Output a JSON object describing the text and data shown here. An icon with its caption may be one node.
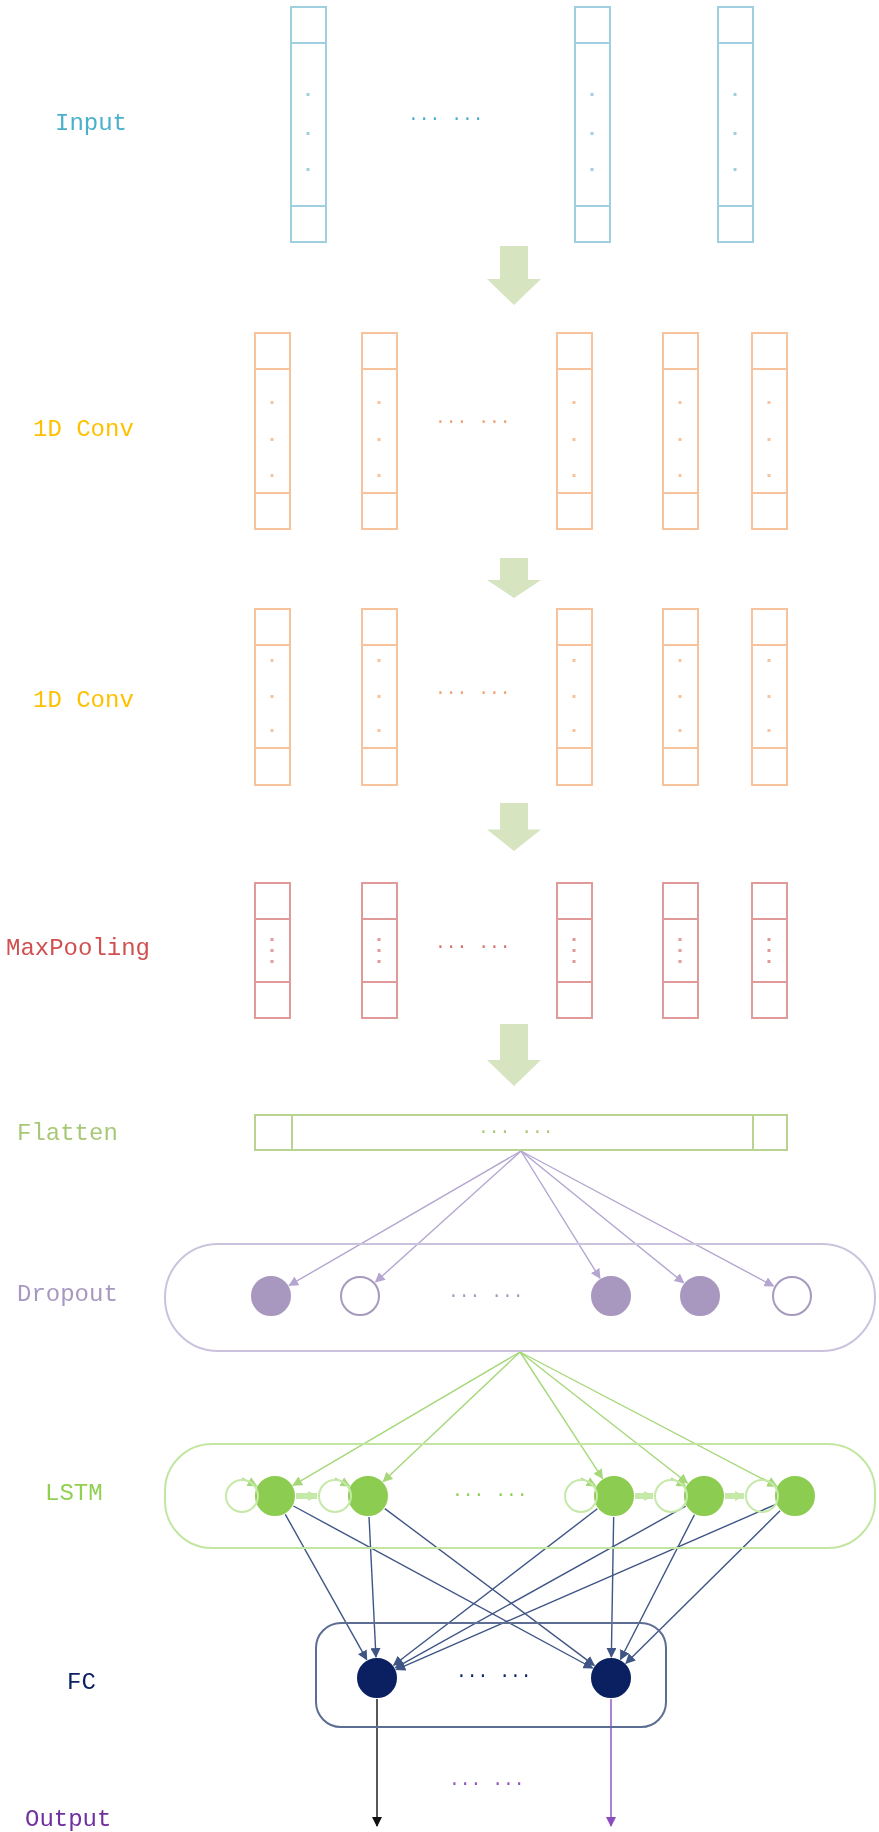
{
  "diagram": {
    "nodes": [
      {
        "text": [],
        "shape": "bar"
      },
      {
        "text": [],
        "shape": "bar"
      },
      {
        "text": [],
        "shape": "bar"
      },
      {
        "text": [],
        "shape": "bar"
      },
      {
        "text": [],
        "shape": "bar"
      },
      {
        "text": [],
        "shape": "bar"
      },
      {
        "text": [],
        "shape": "bar"
      },
      {
        "text": [],
        "shape": "bar"
      },
      {
        "text": [],
        "shape": "bar"
      },
      {
        "text": [],
        "shape": "bar"
      },
      {
        "text": [],
        "shape": "bar"
      },
      {
        "text": [],
        "shape": "bar"
      },
      {
        "text": [],
        "shape": "bar"
      },
      {
        "text": [],
        "shape": "bar"
      },
      {
        "text": [],
        "shape": "bar"
      },
      {
        "text": [],
        "shape": "bar"
      },
      {
        "text": [],
        "shape": "bar"
      },
      {
        "text": [],
        "shape": "bar"
      },
      {
        "text": [
          "··· ···"
        ]
      },
      {
        "text": [
          "··· ···"
        ]
      },
      {
        "text": [],
        "shape": "circle",
        "in": 19
      },
      {
        "text": [],
        "shape": "ring",
        "in": 19
      },
      {
        "text": [],
        "shape": "circle",
        "in": 19
      },
      {
        "text": [],
        "shape": "circle",
        "in": 19
      },
      {
        "text": [],
        "shape": "ring",
        "in": 19
      },
      {
        "text": [
          "··· ···"
        ]
      },
      {
        "text": [],
        "shape": "circle",
        "in": 25
      },
      {
        "text": [],
        "shape": "circle",
        "in": 25
      },
      {
        "text": [],
        "shape": "circle",
        "in": 25
      },
      {
        "text": [],
        "shape": "circle",
        "in": 25
      },
      {
        "text": [],
        "shape": "circle",
        "in": 25
      },
      {
        "text": [
          "··· ···"
        ]
      },
      {
        "text": [],
        "shape": "circle",
        "in": 31
      },
      {
        "text": [],
        "shape": "circle",
        "in": 31
      },
      {
        "text": [],
        "shape": "ring",
        "in": 25
      },
      {
        "text": [],
        "shape": "ring",
        "in": 25
      },
      {
        "text": [],
        "shape": "ring",
        "in": 25
      },
      {
        "text": [],
        "shape": "ring",
        "in": 25
      },
      {
        "text": [],
        "shape": "ring",
        "in": 25
      }
    ],
    "edges": [
      {
        "from": 18,
        "to": 20,
        "arrow": "to",
        "color": "#b4a6d0"
      },
      {
        "from": 18,
        "to": 21,
        "arrow": "to",
        "color": "#b4a6d0"
      },
      {
        "from": 18,
        "to": 22,
        "arrow": "to",
        "color": "#b4a6d0"
      },
      {
        "from": 18,
        "to": 23,
        "arrow": "to",
        "color": "#b4a6d0"
      },
      {
        "from": 18,
        "to": 24,
        "arrow": "to",
        "color": "#b4a6d0"
      },
      {
        "from": 19,
        "to": 26,
        "arrow": "to",
        "color": "#a6d87a"
      },
      {
        "from": 19,
        "to": 27,
        "arrow": "to",
        "color": "#a6d87a"
      },
      {
        "from": 19,
        "to": 28,
        "arrow": "to",
        "color": "#a6d87a"
      },
      {
        "from": 19,
        "to": 29,
        "arrow": "to",
        "color": "#a6d87a"
      },
      {
        "from": 19,
        "to": 30,
        "arrow": "to",
        "color": "#a6d87a"
      },
      {
        "from": 26,
        "to": 35,
        "arrow": "to",
        "style": "thick",
        "color": "#c6e8a8"
      },
      {
        "from": 28,
        "to": 37,
        "arrow": "to",
        "style": "thick",
        "color": "#c6e8a8"
      },
      {
        "from": 29,
        "to": 38,
        "arrow": "to",
        "style": "thick",
        "color": "#c6e8a8"
      },
      {
        "from": 26,
        "to": 32,
        "arrow": "to",
        "color": "#3e5585"
      },
      {
        "from": 26,
        "to": 33,
        "arrow": "to",
        "color": "#3e5585"
      },
      {
        "from": 27,
        "to": 32,
        "arrow": "to",
        "color": "#3e5585"
      },
      {
        "from": 27,
        "to": 33,
        "arrow": "to",
        "color": "#3e5585"
      },
      {
        "from": 28,
        "to": 32,
        "arrow": "to",
        "color": "#3e5585"
      },
      {
        "from": 28,
        "to": 33,
        "arrow": "to",
        "color": "#3e5585"
      },
      {
        "from": 29,
        "to": 32,
        "arrow": "to",
        "color": "#3e5585"
      },
      {
        "from": 29,
        "to": 33,
        "arrow": "to",
        "color": "#3e5585"
      },
      {
        "from": 30,
        "to": 32,
        "arrow": "to",
        "color": "#3e5585"
      },
      {
        "from": 30,
        "to": 33,
        "arrow": "to",
        "color": "#3e5585"
      },
      {
        "from": 32,
        "to": null,
        "arrow": "to",
        "color": "#111111"
      },
      {
        "from": 33,
        "to": null,
        "arrow": "to",
        "color": "#8a4cc0"
      },
      {
        "from": 34,
        "to": 26,
        "arrow": "to",
        "color": "#a6d87a"
      },
      {
        "from": 35,
        "to": 27,
        "arrow": "to",
        "color": "#a6d87a"
      },
      {
        "from": 36,
        "to": 28,
        "arrow": "to",
        "color": "#a6d87a"
      },
      {
        "from": 37,
        "to": 29,
        "arrow": "to",
        "color": "#a6d87a"
      },
      {
        "from": 38,
        "to": 30,
        "arrow": "to",
        "color": "#a6d87a"
      },
      {
        "from": 1,
        "to": 5,
        "arrow": "to",
        "style": "thick",
        "color": "#d6e4c0"
      },
      {
        "from": 5,
        "to": 10,
        "arrow": "to",
        "style": "thick",
        "color": "#d6e4c0"
      },
      {
        "from": 10,
        "to": 15,
        "arrow": "to",
        "style": "thick",
        "color": "#d6e4c0"
      },
      {
        "from": 15,
        "to": 18,
        "arrow": "to",
        "style": "thick",
        "color": "#d6e4c0"
      }
    ],
    "labels": [
      "Input",
      "··· ···",
      "1D Conv",
      "··· ···",
      "1D Conv",
      "··· ···",
      "MaxPooling",
      "··· ···",
      "Flatten",
      "Dropout",
      "LSTM",
      "FC",
      "··· ···",
      "Output"
    ]
  }
}
